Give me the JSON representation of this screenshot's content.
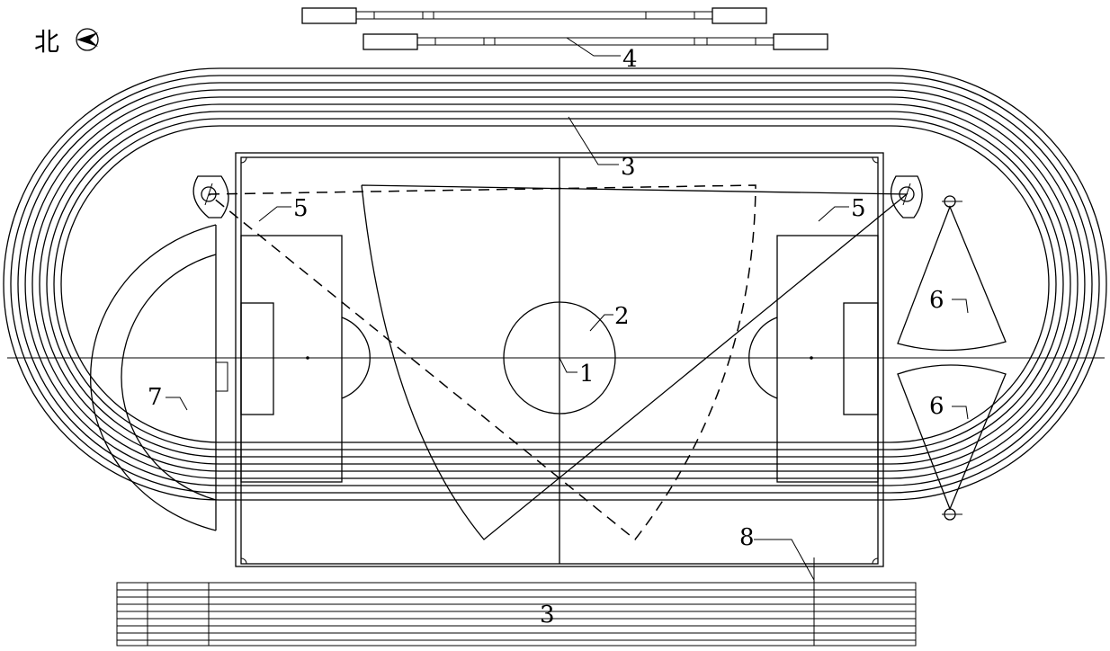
{
  "north": {
    "text": "北"
  },
  "labels": {
    "centre_point": "1",
    "centre_circle": "2",
    "track_north": "3",
    "track_south": "3",
    "stand": "4",
    "throw_left": "5",
    "throw_right": "5",
    "fan_top": "6",
    "fan_bottom": "6",
    "half_ring_area": "7",
    "finish_line": "8"
  },
  "colors": {
    "line": "#000000",
    "background": "#ffffff"
  }
}
